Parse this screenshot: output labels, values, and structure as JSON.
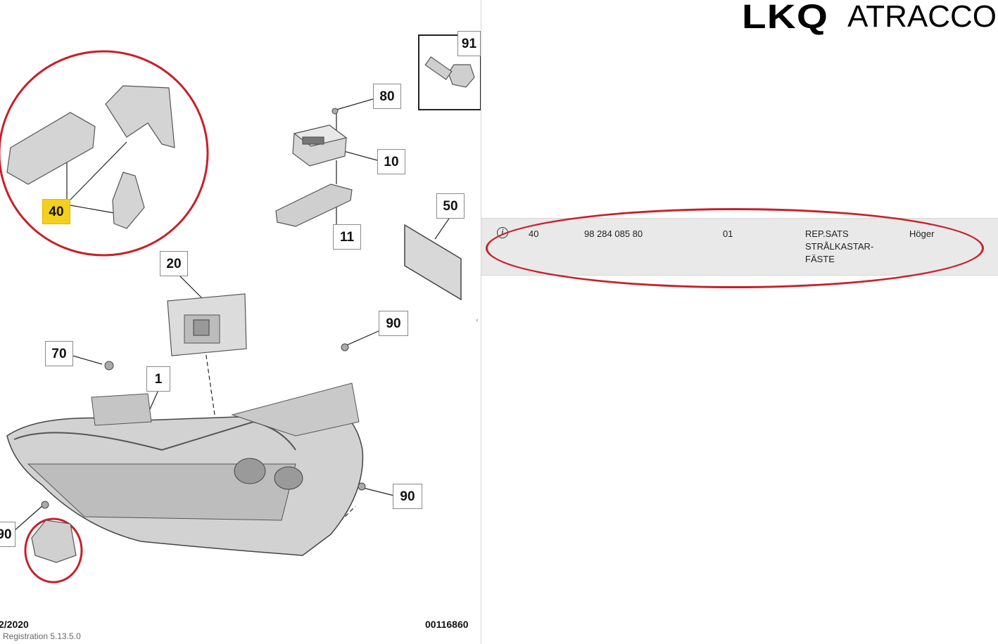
{
  "logo": {
    "part1": "LKQ",
    "part2": "ATRACCO"
  },
  "diagram": {
    "callouts": [
      {
        "id": "91",
        "label": "91"
      },
      {
        "id": "80",
        "label": "80"
      },
      {
        "id": "10",
        "label": "10"
      },
      {
        "id": "11",
        "label": "11"
      },
      {
        "id": "40",
        "label": "40"
      },
      {
        "id": "50",
        "label": "50"
      },
      {
        "id": "20",
        "label": "20"
      },
      {
        "id": "90a",
        "label": "90"
      },
      {
        "id": "70",
        "label": "70"
      },
      {
        "id": "1",
        "label": "1"
      },
      {
        "id": "90b",
        "label": "90"
      },
      {
        "id": "90c",
        "label": "90"
      }
    ],
    "date_text": "2/2020",
    "ref_number": "00116860",
    "registration": "Registration 5.13.5.0",
    "collapse_glyph": "‹"
  },
  "parts_row": {
    "position": "40",
    "part_number": "98 284 085 80",
    "quantity": "01",
    "description_lines": [
      "REP.SATS",
      "STRÅLKASTAR-",
      "FÄSTE"
    ],
    "side": "Höger",
    "info_icon": "info-icon"
  },
  "annotation_color": "#c8202a",
  "highlight_color": "#f4cf1c"
}
